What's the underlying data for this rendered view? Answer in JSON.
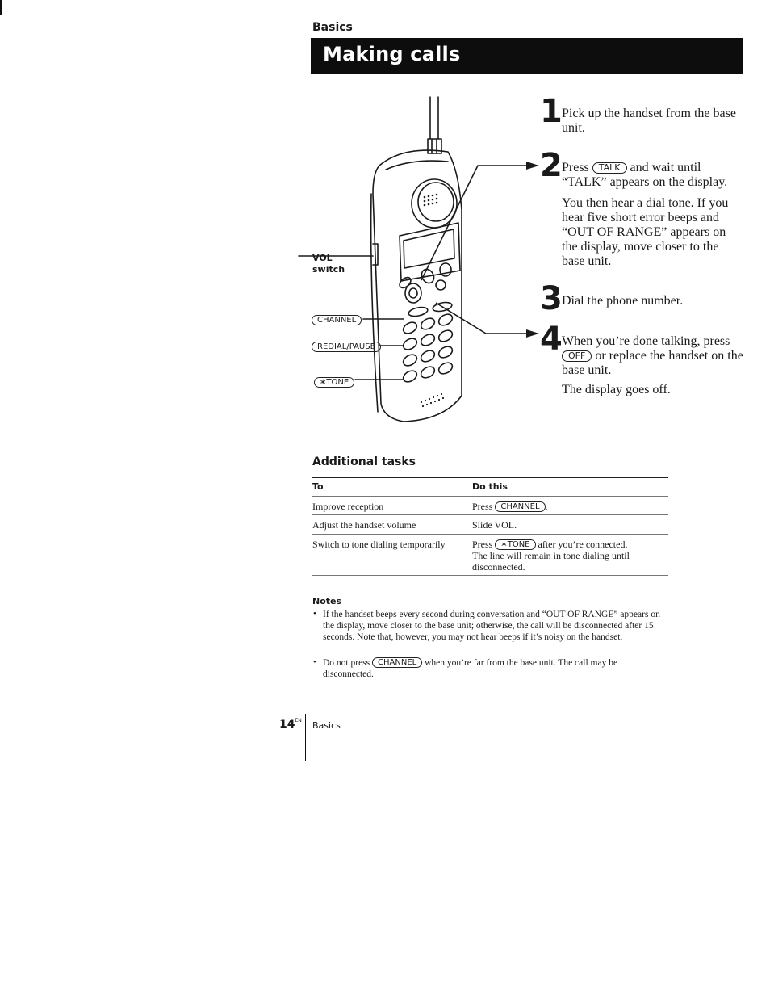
{
  "header": {
    "section": "Basics",
    "title": "Making calls"
  },
  "illustration": {
    "labels": {
      "vol": "VOL",
      "switch": "switch",
      "channel": "CHANNEL",
      "redial_pause": "REDIAL/PAUSE",
      "tone": "∗TONE"
    }
  },
  "steps": [
    {
      "number": "1",
      "text": "Pick up the handset from the base unit."
    },
    {
      "number": "2",
      "pre": "Press",
      "key": "TALK",
      "post": "and wait until “TALK” appears on the display.",
      "extra": "You then hear a dial tone. If you hear five short error beeps and “OUT OF RANGE” appears on the display, move closer to the base unit."
    },
    {
      "number": "3",
      "text": "Dial the phone number."
    },
    {
      "number": "4",
      "pre": "When you’re done talking, press",
      "key": "OFF",
      "post": "or replace the handset on the base unit.",
      "extra": "The display goes off."
    }
  ],
  "additional_tasks": {
    "heading": "Additional tasks",
    "columns": [
      "To",
      "Do this"
    ],
    "rows": [
      {
        "to": "Improve reception",
        "pre": "Press",
        "key": "CHANNEL",
        "post": "."
      },
      {
        "to": "Adjust the handset volume",
        "do": "Slide VOL."
      },
      {
        "to": "Switch to tone dialing temporarily",
        "pre": "Press",
        "key": "∗TONE",
        "post": "after you’re connected.",
        "extra": "The line will remain in tone dialing until disconnected."
      }
    ]
  },
  "notes": {
    "heading": "Notes",
    "items": [
      {
        "text": "If the handset beeps every second during conversation and “OUT OF RANGE” appears on the display, move closer to the base unit; otherwise, the call will be disconnected after 15 seconds.  Note that, however, you may not hear beeps if it’s noisy on the handset."
      },
      {
        "pre": "Do not press",
        "key": "CHANNEL",
        "post": "when you’re far from the base unit.  The call may be disconnected."
      }
    ]
  },
  "footer": {
    "page_number": "14",
    "superscript": "EN",
    "section": "Basics"
  }
}
